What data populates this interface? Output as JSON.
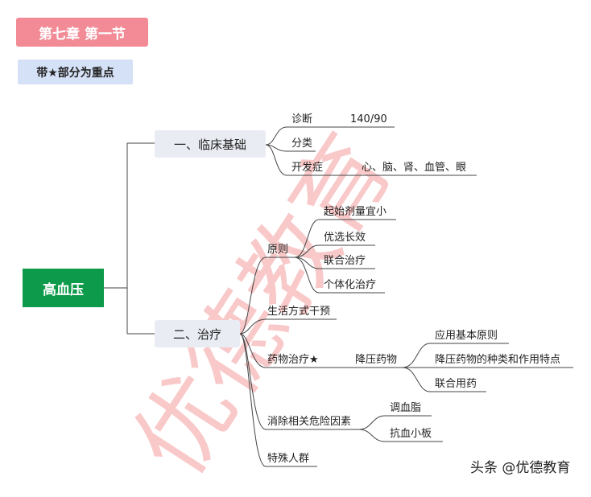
{
  "chapter_tag": "第七章  第一节",
  "note_tag": "带★部分为重点",
  "root": "高血压",
  "branch1": {
    "label": "一、临床基础",
    "items": {
      "diagnosis": "诊断",
      "diagnosis_value": "140/90",
      "classification": "分类",
      "complications": "开发症",
      "complications_value": "心、脑、肾、血管、眼"
    }
  },
  "branch2": {
    "label": "二、治疗",
    "principles": {
      "label": "原则",
      "items": [
        "起始剂量宜小",
        "优选长效",
        "联合治疗",
        "个体化治疗"
      ]
    },
    "lifestyle": "生活方式干预",
    "drug": {
      "label": "药物治疗★",
      "child": "降压药物",
      "items": [
        "应用基本原则",
        "降压药物的种类和作用特点",
        "联合用药"
      ]
    },
    "risk": {
      "label": "消除相关危险因素",
      "items": [
        "调血脂",
        "抗血小板"
      ]
    },
    "special": "特殊人群"
  },
  "watermark": "优德教育",
  "footer": "头条 @优德教育"
}
